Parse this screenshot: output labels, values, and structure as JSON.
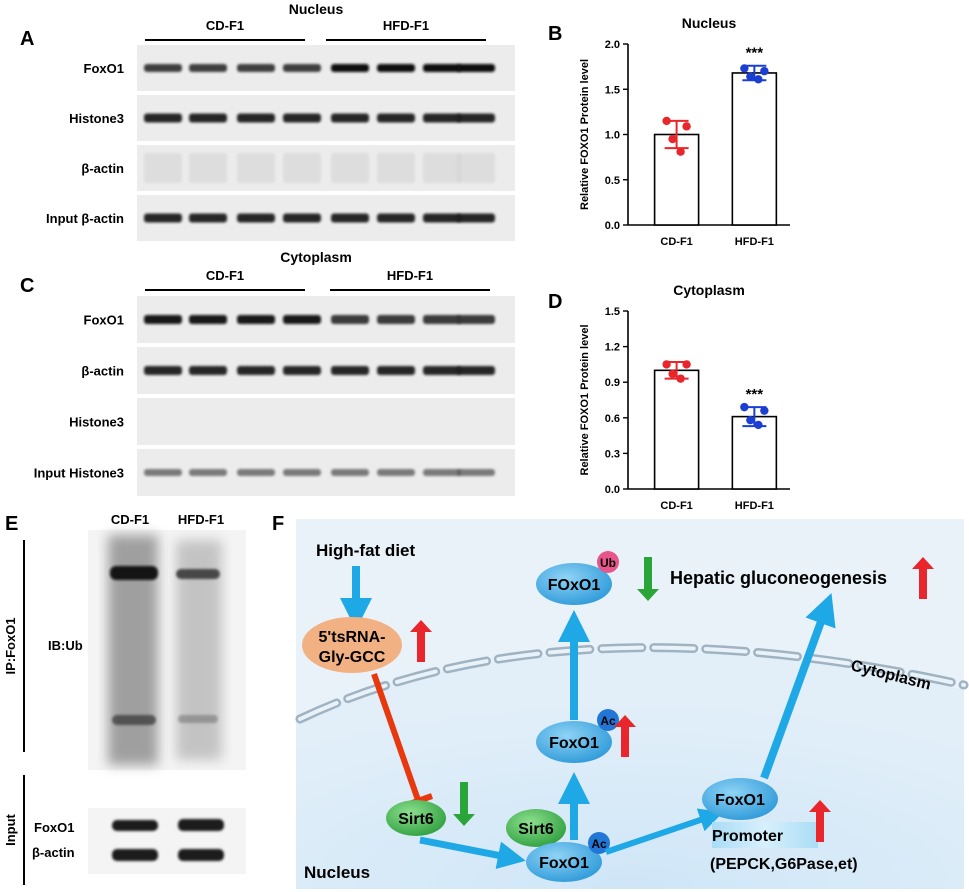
{
  "panels": {
    "A": "A",
    "B": "B",
    "C": "C",
    "D": "D",
    "E": "E",
    "F": "F"
  },
  "blotA": {
    "title": "Nucleus",
    "group1": "CD-F1",
    "group2": "HFD-F1",
    "rows": [
      "FoxO1",
      "Histone3",
      "β-actin",
      "Input β-actin"
    ]
  },
  "blotC": {
    "title": "Cytoplasm",
    "group1": "CD-F1",
    "group2": "HFD-F1",
    "rows": [
      "FoxO1",
      "β-actin",
      "Histone3",
      "Input Histone3"
    ]
  },
  "blotE": {
    "col1": "CD-F1",
    "col2": "HFD-F1",
    "ip_label": "IP:FoxO1",
    "ib_label": "IB:Ub",
    "input_label": "Input",
    "input_rows": [
      "FoxO1",
      "β-actin"
    ]
  },
  "chart_data": [
    {
      "type": "bar",
      "title": "Nucleus",
      "ylabel": "Relative FOXO1 Protein level",
      "categories": [
        "CD-F1",
        "HFD-F1"
      ],
      "values": [
        1.0,
        1.68
      ],
      "errors": [
        0.15,
        0.08
      ],
      "points": [
        [
          1.15,
          1.09,
          0.95,
          0.81
        ],
        [
          1.73,
          1.7,
          1.64,
          1.61
        ]
      ],
      "point_colors": [
        "#e8262b",
        "#1b3fd1"
      ],
      "ylim": [
        0,
        2.0
      ],
      "yticks": [
        "0.0",
        "0.5",
        "1.0",
        "1.5",
        "2.0"
      ],
      "significance": "***"
    },
    {
      "type": "bar",
      "title": "Cytoplasm",
      "ylabel": "Relative FOXO1 Protein level",
      "categories": [
        "CD-F1",
        "HFD-F1"
      ],
      "values": [
        1.0,
        0.61
      ],
      "errors": [
        0.07,
        0.08
      ],
      "points": [
        [
          1.05,
          1.05,
          0.97,
          0.93
        ],
        [
          0.69,
          0.66,
          0.58,
          0.54
        ]
      ],
      "point_colors": [
        "#e8262b",
        "#1b3fd1"
      ],
      "ylim": [
        0,
        1.5
      ],
      "yticks": [
        "0.0",
        "0.3",
        "0.6",
        "0.9",
        "1.2",
        "1.5"
      ],
      "significance": "***"
    }
  ],
  "diagram": {
    "high_fat_diet": "High-fat diet",
    "tsrna_line1": "5'tsRNA-",
    "tsrna_line2": "Gly-GCC",
    "foxo1": "FoxO1",
    "foxo1_ub": "FOxO1",
    "ub": "Ub",
    "ac": "Ac",
    "sirt6": "Sirt6",
    "promoter": "Promoter",
    "targets": "(PEPCK,G6Pase,et)",
    "hepatic": "Hepatic gluconeogenesis",
    "cytoplasm": "Cytoplasm",
    "nucleus": "Nucleus"
  },
  "colors": {
    "up_arrow": "#e8262b",
    "down_arrow": "#2aa53a",
    "flow_arrow": "#1fa8e6",
    "inhibit": "#e8380d",
    "foxo1_fill": "#4eb7ea",
    "sirt6_fill": "#3fb551",
    "tsrna_fill": "#f2b183",
    "diagram_bg": "#eaf3fa"
  }
}
